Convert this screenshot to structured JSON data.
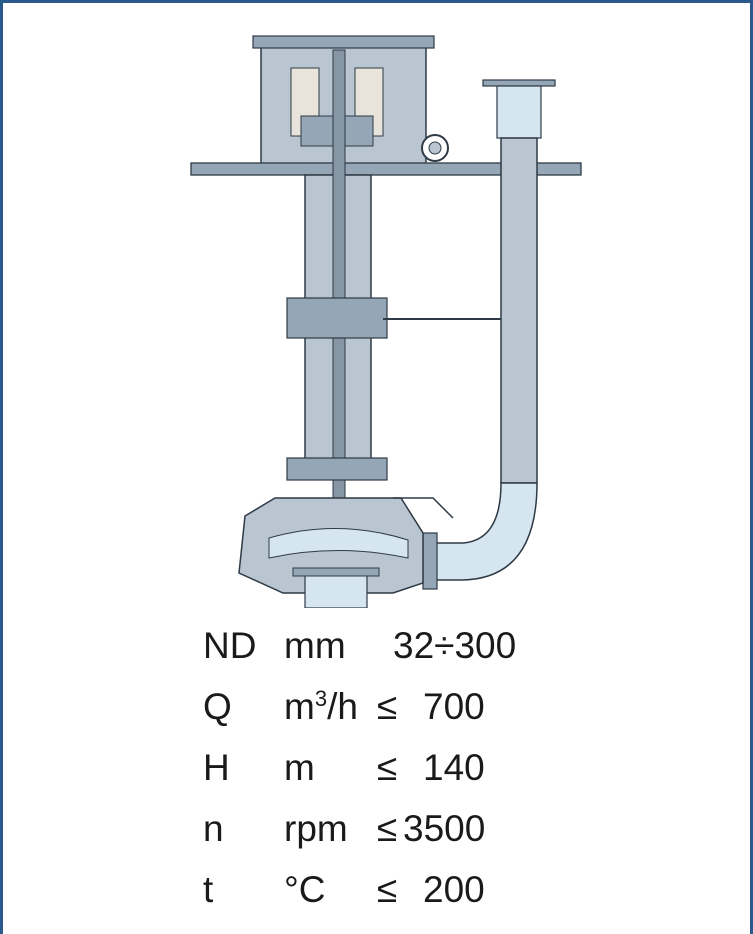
{
  "figure": {
    "colors": {
      "frame_border": "#2a5a8c",
      "steel": "#b9c6d2",
      "steel_dark": "#95a6b6",
      "water": "#d6e6f1",
      "shaft": "#8796a5",
      "line": "#2e3a45"
    },
    "icon": "vertical-pump-cross-section"
  },
  "specs": {
    "rows": [
      {
        "symbol": "ND",
        "unit": "mm",
        "operator": "",
        "value": "32÷300"
      },
      {
        "symbol": "Q",
        "unit_base": "m",
        "unit_sup": "3",
        "unit_tail": "/h",
        "operator": "≤",
        "value": "700"
      },
      {
        "symbol": "H",
        "unit": "m",
        "operator": "≤",
        "value": "140"
      },
      {
        "symbol": "n",
        "unit": "rpm",
        "operator": "≤",
        "value": "3500"
      },
      {
        "symbol": "t",
        "unit": "°C",
        "operator": "≤",
        "value": "200"
      }
    ]
  }
}
